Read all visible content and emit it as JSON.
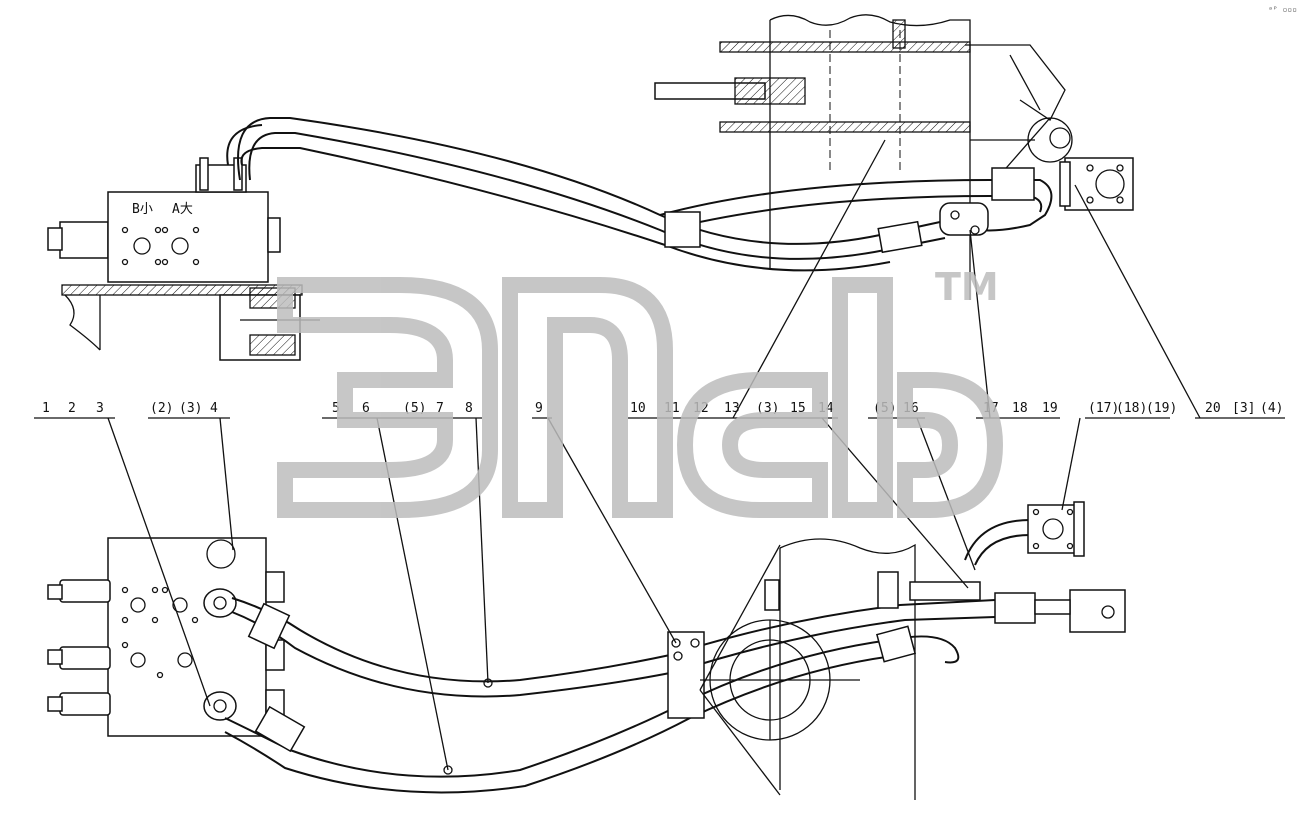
{
  "corner_mark": "ᵃᴾ ▫▫▫",
  "valve_top_labels": [
    "B小",
    "A大"
  ],
  "watermark": {
    "tm": "TM"
  },
  "callouts": [
    {
      "label": "1"
    },
    {
      "label": "2"
    },
    {
      "label": "3"
    },
    {
      "label": "(2)"
    },
    {
      "label": "(3)"
    },
    {
      "label": "4"
    },
    {
      "label": "5"
    },
    {
      "label": "6"
    },
    {
      "label": "(5)"
    },
    {
      "label": "7"
    },
    {
      "label": "8"
    },
    {
      "label": "9"
    },
    {
      "label": "10"
    },
    {
      "label": "11"
    },
    {
      "label": "12"
    },
    {
      "label": "13"
    },
    {
      "label": "(3)"
    },
    {
      "label": "15"
    },
    {
      "label": "14"
    },
    {
      "label": "(5)"
    },
    {
      "label": "16"
    },
    {
      "label": "17"
    },
    {
      "label": "18"
    },
    {
      "label": "19"
    },
    {
      "label": "(17)"
    },
    {
      "label": "(18)"
    },
    {
      "label": "(19)"
    },
    {
      "label": "20"
    },
    {
      "label": "[3]"
    },
    {
      "label": "(4)"
    }
  ]
}
